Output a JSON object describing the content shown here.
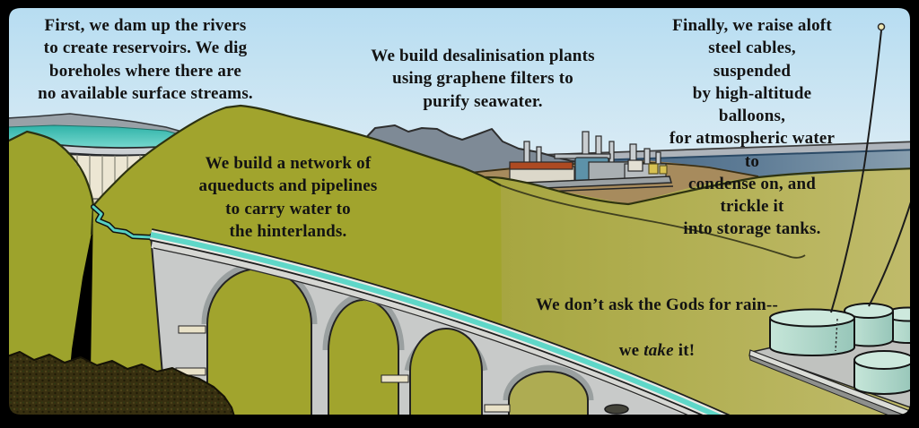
{
  "panel": {
    "captions": {
      "dams": "First, we dam up the rivers\nto create reservoirs. We dig\nboreholes where there are\nno available surface streams.",
      "aqueducts": "We build a network of\naqueducts and pipelines\nto carry water to\nthe hinterlands.",
      "desalination": "We build desalinisation plants\nusing graphene filters to\npurify seawater.",
      "balloons": "Finally, we raise aloft\nsteel cables, suspended\nby high-altitude balloons,\nfor atmospheric water to\ncondense on, and trickle it\ninto storage tanks.",
      "slogan_line1": "We don’t ask the Gods for rain--",
      "slogan_we": "we ",
      "slogan_take": "take",
      "slogan_it": " it!"
    },
    "palette": {
      "sky_top": "#b5dcf1",
      "sky_horizon": "#ebf3f6",
      "hill_olive": "#a1a42d",
      "hill_right_light": "#c0bb6b",
      "channel_teal": "#5fd7c8",
      "reservoir_teal": "#2fb3a8",
      "sea_blue": "#4d6d8c",
      "viaduct_gray": "#c8cac9",
      "dam_face_cream": "#ece6d3",
      "tank_mint": "#b9dcd0",
      "coast_brown": "#a78b5d",
      "scrub_dark": "#372f10",
      "frame_black": "#000000"
    }
  }
}
